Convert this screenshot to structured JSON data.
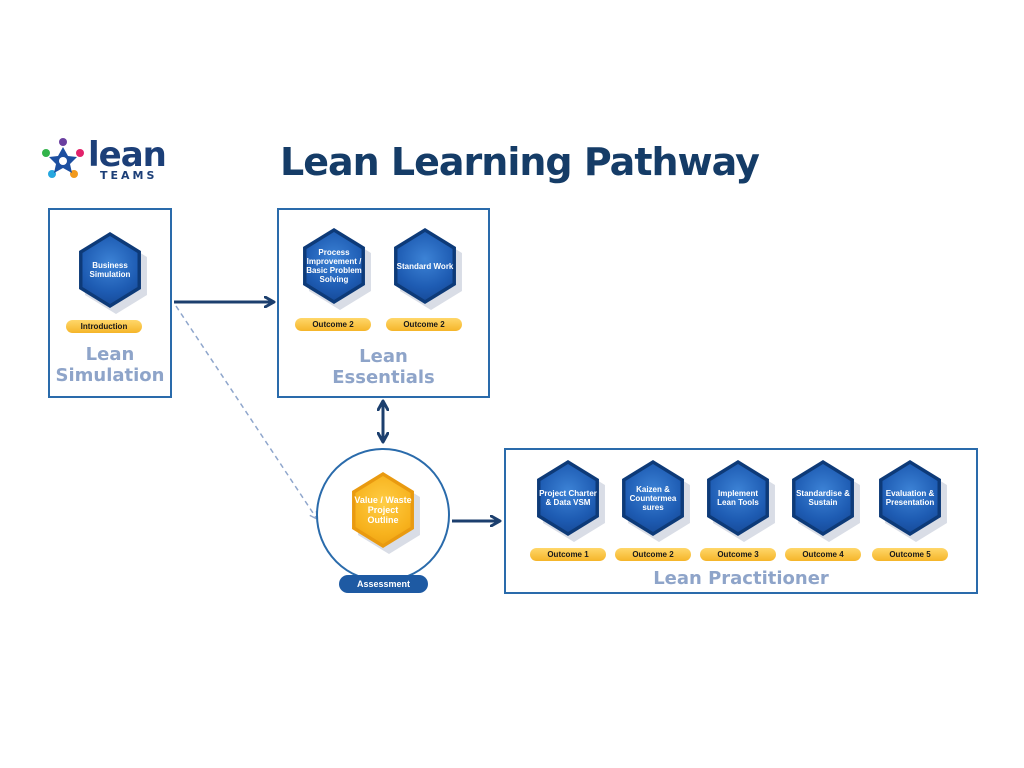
{
  "logo": {
    "word": "lean",
    "sub": "TEAMS"
  },
  "title": "Lean Learning Pathway",
  "simulation": {
    "badge": "Business Simulation",
    "pill": "Introduction",
    "label_line1": "Lean",
    "label_line2": "Simulation"
  },
  "essentials": {
    "badges": [
      "Process Improvement / Basic Problem Solving",
      "Standard Work"
    ],
    "pills": [
      "Outcome 2",
      "Outcome 2"
    ],
    "label_line1": "Lean",
    "label_line2": "Essentials"
  },
  "assessment": {
    "badge": "Value / Waste Project Outline",
    "pill": "Assessment"
  },
  "practitioner": {
    "badges": [
      "Project Charter & Data VSM",
      "Kaizen & Countermea sures",
      "Implement Lean Tools",
      "Standardise & Sustain",
      "Evaluation & Presentation"
    ],
    "pills": [
      "Outcome 1",
      "Outcome 2",
      "Outcome 3",
      "Outcome 4",
      "Outcome 5"
    ],
    "label": "Lean Practitioner"
  },
  "colors": {
    "title": "#153c67",
    "box_border": "#2a6bab",
    "box_label": "#8ea4c9",
    "hex_blue": "#1e5cb3",
    "hex_orange": "#f7b21d",
    "pill_orange": "#f5b52a",
    "arrow": "#1c3f6e",
    "dashed_arrow": "#8fa6cc"
  }
}
